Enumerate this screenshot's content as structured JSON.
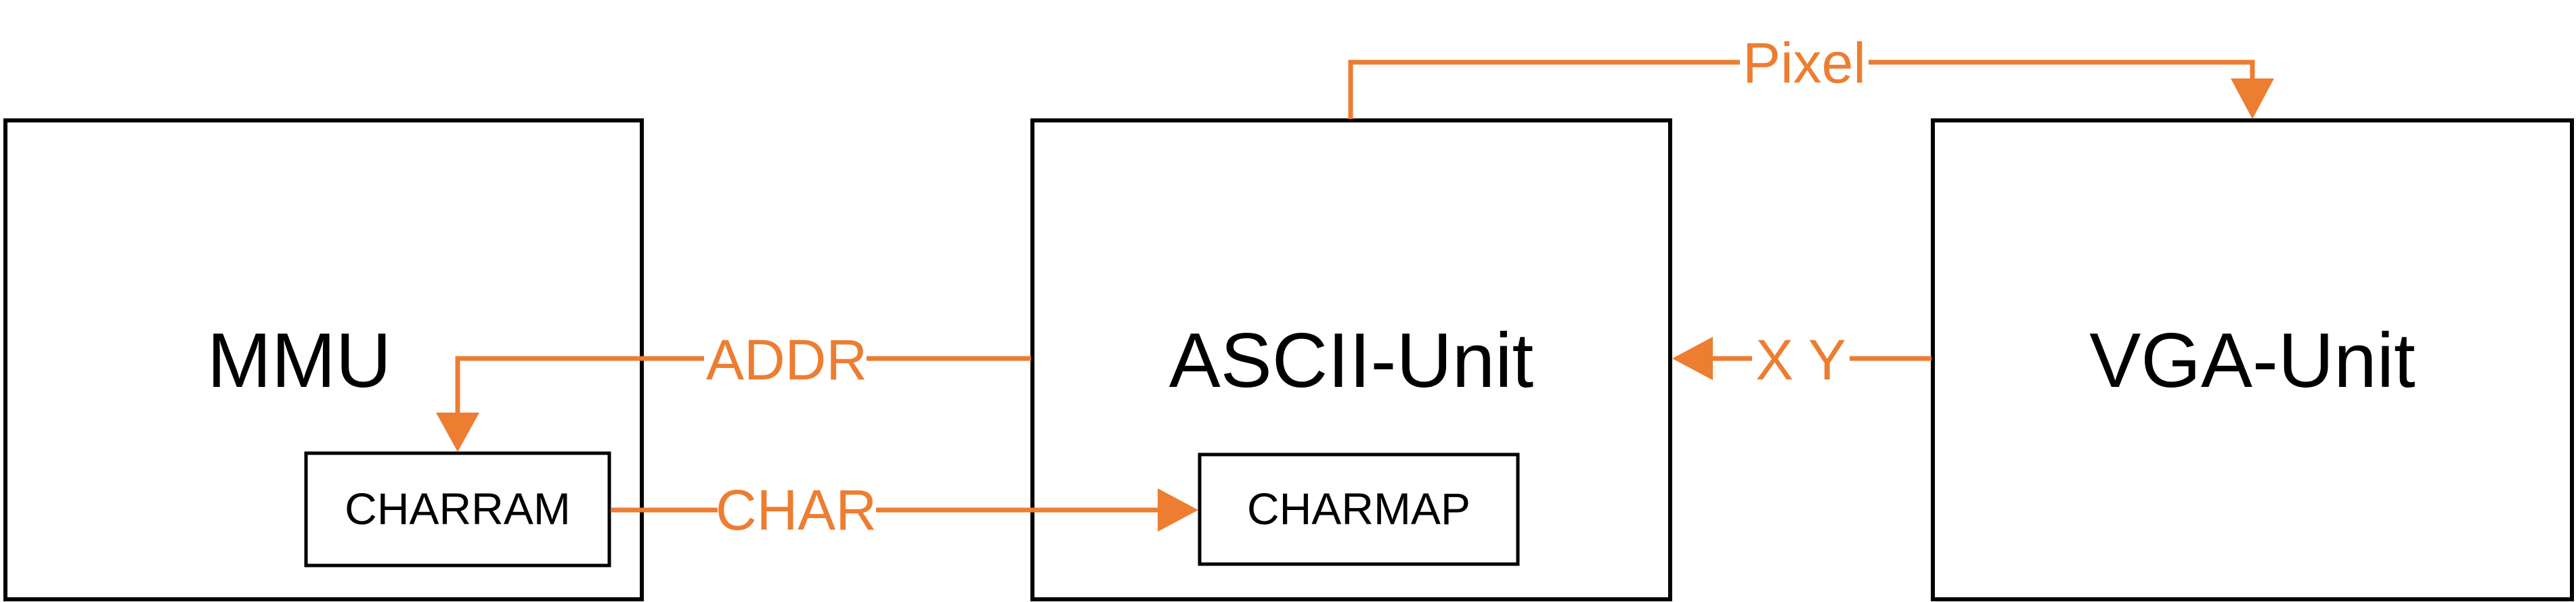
{
  "colors": {
    "signal": "#ED7D31",
    "box_stroke": "#000000",
    "background": "#FFFFFF"
  },
  "blocks": {
    "mmu": {
      "label": "MMU",
      "sub": "CHARRAM"
    },
    "ascii": {
      "label": "ASCII-Unit",
      "sub": "CHARMAP"
    },
    "vga": {
      "label": "VGA-Unit"
    }
  },
  "signals": {
    "pixel": "Pixel",
    "addr": "ADDR",
    "char": "CHAR",
    "xy": "X Y"
  }
}
